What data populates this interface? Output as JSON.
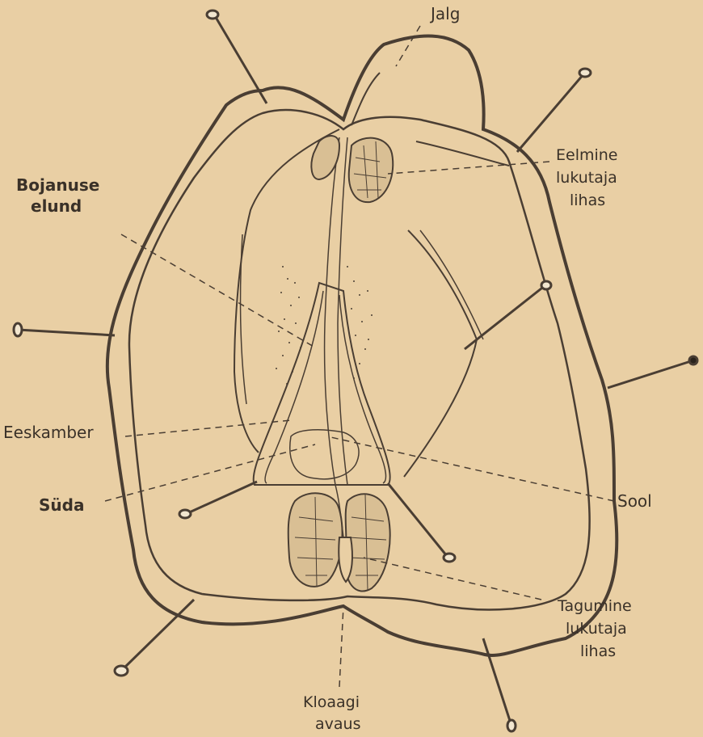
{
  "labels": {
    "jalg": "Jalg",
    "eesmine_1": "Eelmine",
    "eesmine_2": "lukutaja",
    "eesmine_3": "lihas",
    "bojanuse_1": "Bojanuse",
    "bojanuse_2": "elund",
    "eeskamber": "Eeskamber",
    "suda": "Süda",
    "soot": "Sool",
    "tagumine_1": "Tagumine",
    "tagumine_2": "lukutaja",
    "tagumine_3": "lihas",
    "kloaagi_1": "Kloaagi",
    "kloaagi_2": "avaus"
  },
  "colors": {
    "background": "#e9cfa4",
    "ink": "#4a3e33",
    "pin_head": "#f2e6cf"
  }
}
